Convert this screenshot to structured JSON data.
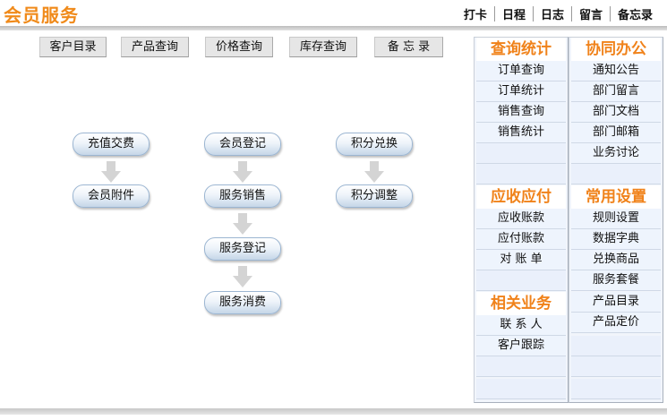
{
  "header": {
    "title": "会员服务",
    "nav": [
      "打卡",
      "日程",
      "日志",
      "留言",
      "备忘录"
    ]
  },
  "toolbar": [
    "客户目录",
    "产品查询",
    "价格查询",
    "库存查询",
    "备 忘 录"
  ],
  "flow": {
    "recharge": "充值交费",
    "member_attach": "会员附件",
    "member_register": "会员登记",
    "service_sale": "服务销售",
    "service_register": "服务登记",
    "service_consume": "服务消费",
    "points_exchange": "积分兑换",
    "points_adjust": "积分调整"
  },
  "left_panel": {
    "query_title": "查询统计",
    "query_items": [
      "订单查询",
      "订单统计",
      "销售查询",
      "销售统计"
    ],
    "ar_title": "应收应付",
    "ar_items": [
      "应收账款",
      "应付账款",
      "对 账 单"
    ],
    "related_title": "相关业务",
    "related_items": [
      "联 系 人",
      "客户跟踪"
    ]
  },
  "right_panel": {
    "collab_title": "协同办公",
    "collab_items": [
      "通知公告",
      "部门留言",
      "部门文档",
      "部门邮箱",
      "业务讨论"
    ],
    "settings_title": "常用设置",
    "settings_items": [
      "规则设置",
      "数据字典",
      "兑换商品",
      "服务套餐",
      "产品目录",
      "产品定价"
    ]
  },
  "colors": {
    "accent_orange": "#f08a1a",
    "panel_row": "#eef4fd",
    "pill_border": "#9cb6d2"
  }
}
